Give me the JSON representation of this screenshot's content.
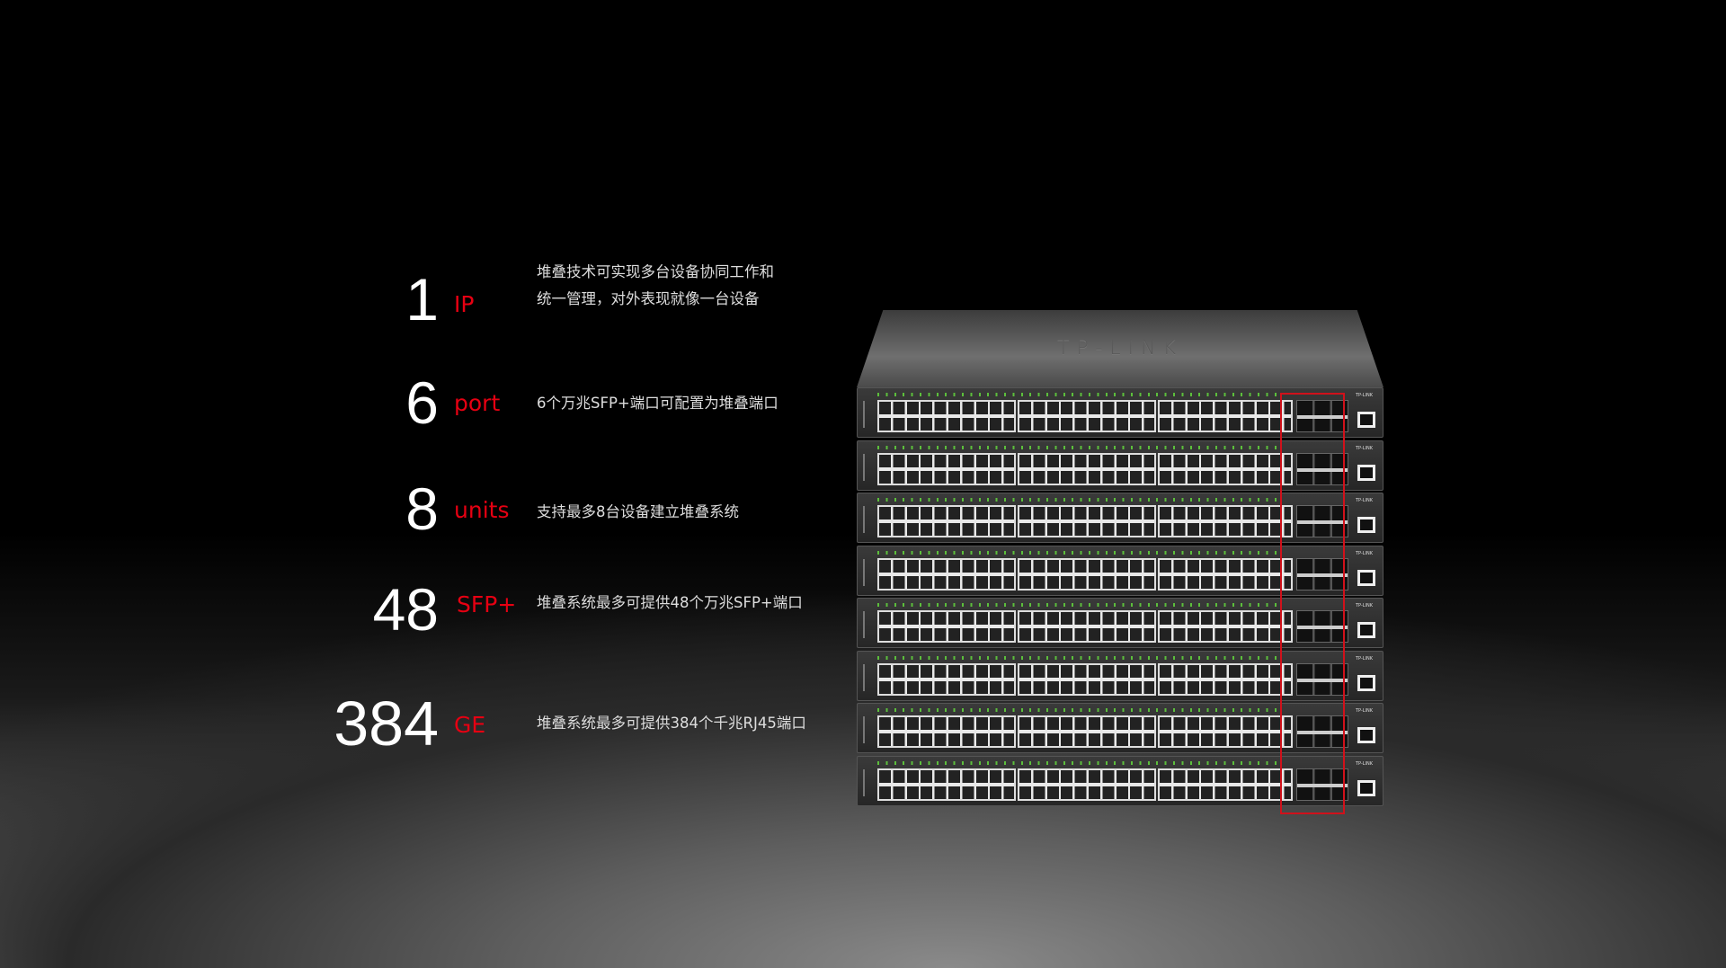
{
  "stats": [
    {
      "value": "1",
      "unit": "IP",
      "desc": [
        "堆叠技术可实现多台设备协同工作和",
        "统一管理，对外表现就像一台设备"
      ]
    },
    {
      "value": "6",
      "unit": "port",
      "desc": [
        "6个万兆SFP+端口可配置为堆叠端口"
      ]
    },
    {
      "value": "8",
      "unit": "units",
      "desc": [
        "支持最多8台设备建立堆叠系统"
      ]
    },
    {
      "value": "48",
      "unit": "SFP+",
      "desc": [
        "堆叠系统最多可提供48个万兆SFP+端口"
      ]
    },
    {
      "value": "384",
      "unit": "GE",
      "desc": [
        "堆叠系统最多可提供384个千兆RJ45端口"
      ]
    }
  ],
  "product": {
    "logo": "TP-LINK",
    "brand_small": "TP-LINK",
    "unit_count": 8
  },
  "colors": {
    "accent": "#e60012",
    "stack_highlight": "#d0111b"
  }
}
